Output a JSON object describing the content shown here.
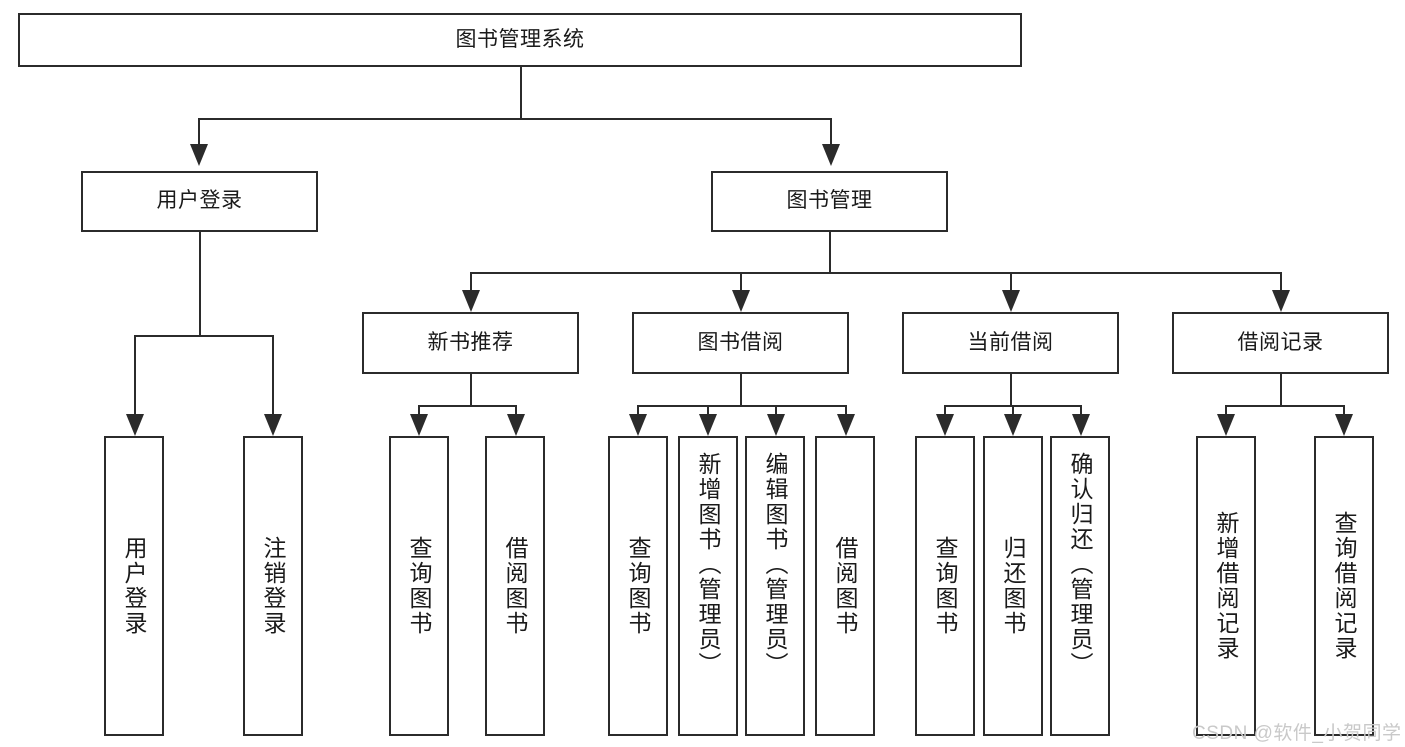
{
  "diagram": {
    "title": "图书管理系统",
    "type": "hierarchy-tree",
    "watermark": "CSDN @软件_小贺同学",
    "colors": {
      "background": "#ffffff",
      "border": "#2b2b2b",
      "text": "#1a1a1a",
      "watermark": "#c9c9c9"
    },
    "nodes": {
      "root": {
        "label": "图书管理系统"
      },
      "level2": [
        {
          "label": "用户登录"
        },
        {
          "label": "图书管理"
        }
      ],
      "level3": [
        {
          "label": "新书推荐"
        },
        {
          "label": "图书借阅"
        },
        {
          "label": "当前借阅"
        },
        {
          "label": "借阅记录"
        }
      ],
      "leaves": {
        "user_login": [
          {
            "label": "用户登录"
          },
          {
            "label": "注销登录"
          }
        ],
        "new_book": [
          {
            "label": "查询图书"
          },
          {
            "label": "借阅图书"
          }
        ],
        "book_borrow": [
          {
            "label": "查询图书"
          },
          {
            "label": "新增图书（管理员）"
          },
          {
            "label": "编辑图书（管理员）"
          },
          {
            "label": "借阅图书"
          }
        ],
        "current_borrow": [
          {
            "label": "查询图书"
          },
          {
            "label": "归还图书"
          },
          {
            "label": "确认归还（管理员）"
          }
        ],
        "borrow_record": [
          {
            "label": "新增借阅记录"
          },
          {
            "label": "查询借阅记录"
          }
        ]
      }
    }
  }
}
